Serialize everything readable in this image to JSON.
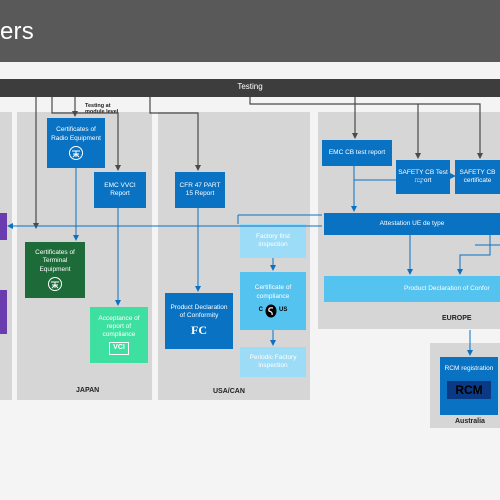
{
  "header": {
    "title": "ers"
  },
  "band": {
    "label": "Testing"
  },
  "note": {
    "testing_at_module_level": "Testing at module level"
  },
  "regions": {
    "japan": "JAPAN",
    "usa_can": "USA/CAN",
    "europe": "EUROPE",
    "australia": "Australia"
  },
  "boxes": {
    "cert_radio": "Certificates of Radio Equipment",
    "emc_vcci": "EMC VVCI Report",
    "cert_terminal": "Certificates of Terminal Equipment",
    "acceptance_vcci": "Acceptance of report of compliance",
    "cfr47": "CFR 47 PART 15 Report",
    "factory_first": "Factory first inspection",
    "cert_compliance": "Certificate of compliance",
    "periodic_factory": "Periodic Factory inspection",
    "pdoc_usa": "Product Declaration of Conformity",
    "emc_cb": "EMC CB test report",
    "safety_cb_test": "SAFETY CB Test report",
    "safety_cb_cert": "SAFETY CB certificate",
    "attestation": "Attestation UE de type",
    "pdoc_europe": "Product Declaration of Confor",
    "rcm_registration": "RCM registration",
    "rcm_logo": "RCM",
    "fcc_logo": "FC",
    "vcci_logo": "VCI",
    "csa_logo_left": "C",
    "csa_logo_right": "US"
  },
  "colors": {
    "header": "#595959",
    "band": "#3d3d3d",
    "region": "#d6d6d6",
    "blue": "#0a72c2",
    "light_blue": "#54c3f0",
    "pale_blue": "#9ddcf7",
    "green": "#1e6b3a",
    "mint": "#3de0a0",
    "purple": "#6a3cb0",
    "navy": "#0a3a86"
  }
}
